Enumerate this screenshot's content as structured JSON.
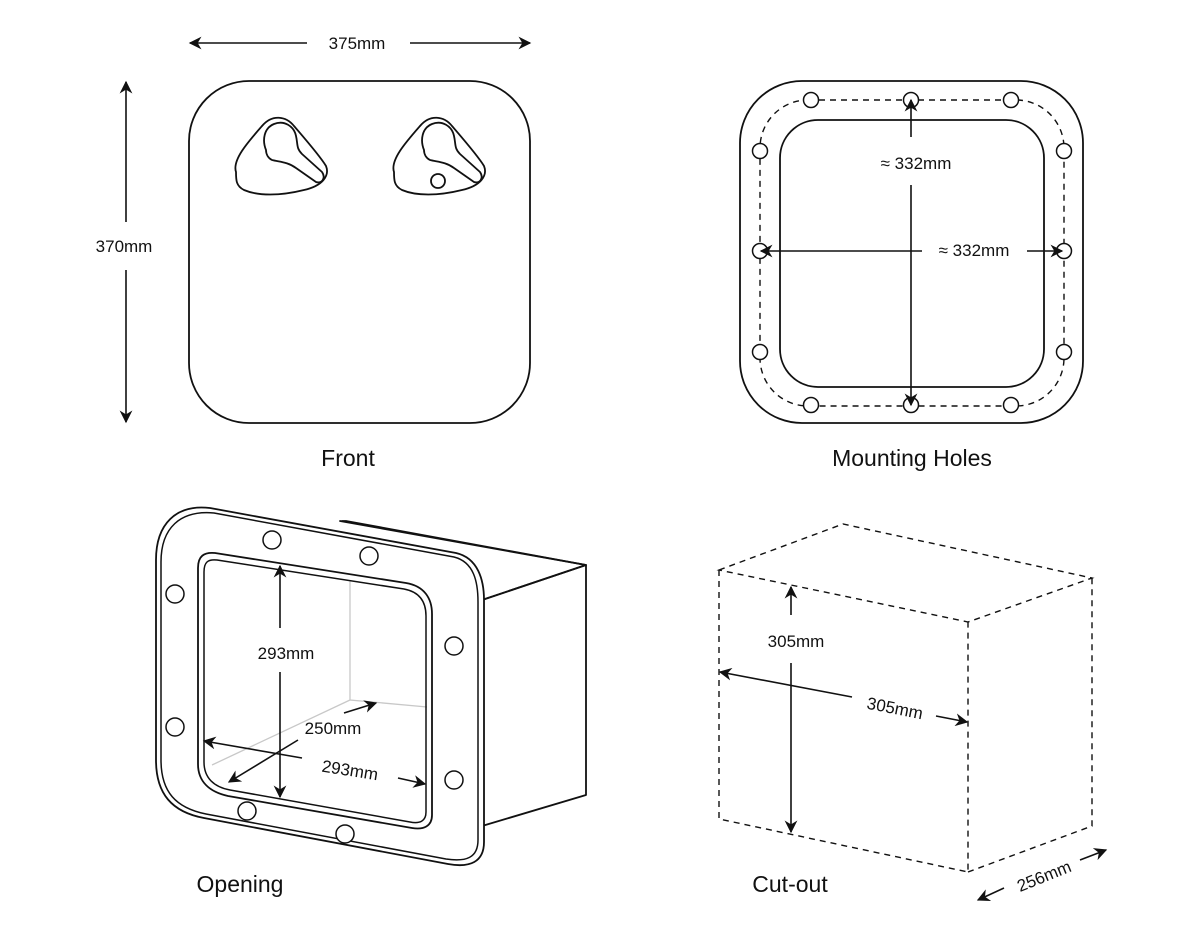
{
  "views": {
    "front": {
      "caption": "Front",
      "width_label": "375mm",
      "height_label": "370mm"
    },
    "mounting_holes": {
      "caption": "Mounting Holes",
      "vertical_label": "≈ 332mm",
      "horizontal_label": "≈ 332mm",
      "hole_count": 12
    },
    "opening": {
      "caption": "Opening",
      "height_label": "293mm",
      "width_label": "293mm",
      "depth_label": "250mm",
      "hole_count": 8
    },
    "cutout": {
      "caption": "Cut-out",
      "height_label": "305mm",
      "width_label": "305mm",
      "depth_label": "256mm"
    }
  },
  "colors": {
    "line": "#111111",
    "hidden_line": "#c8c8c8",
    "background": "#ffffff"
  }
}
